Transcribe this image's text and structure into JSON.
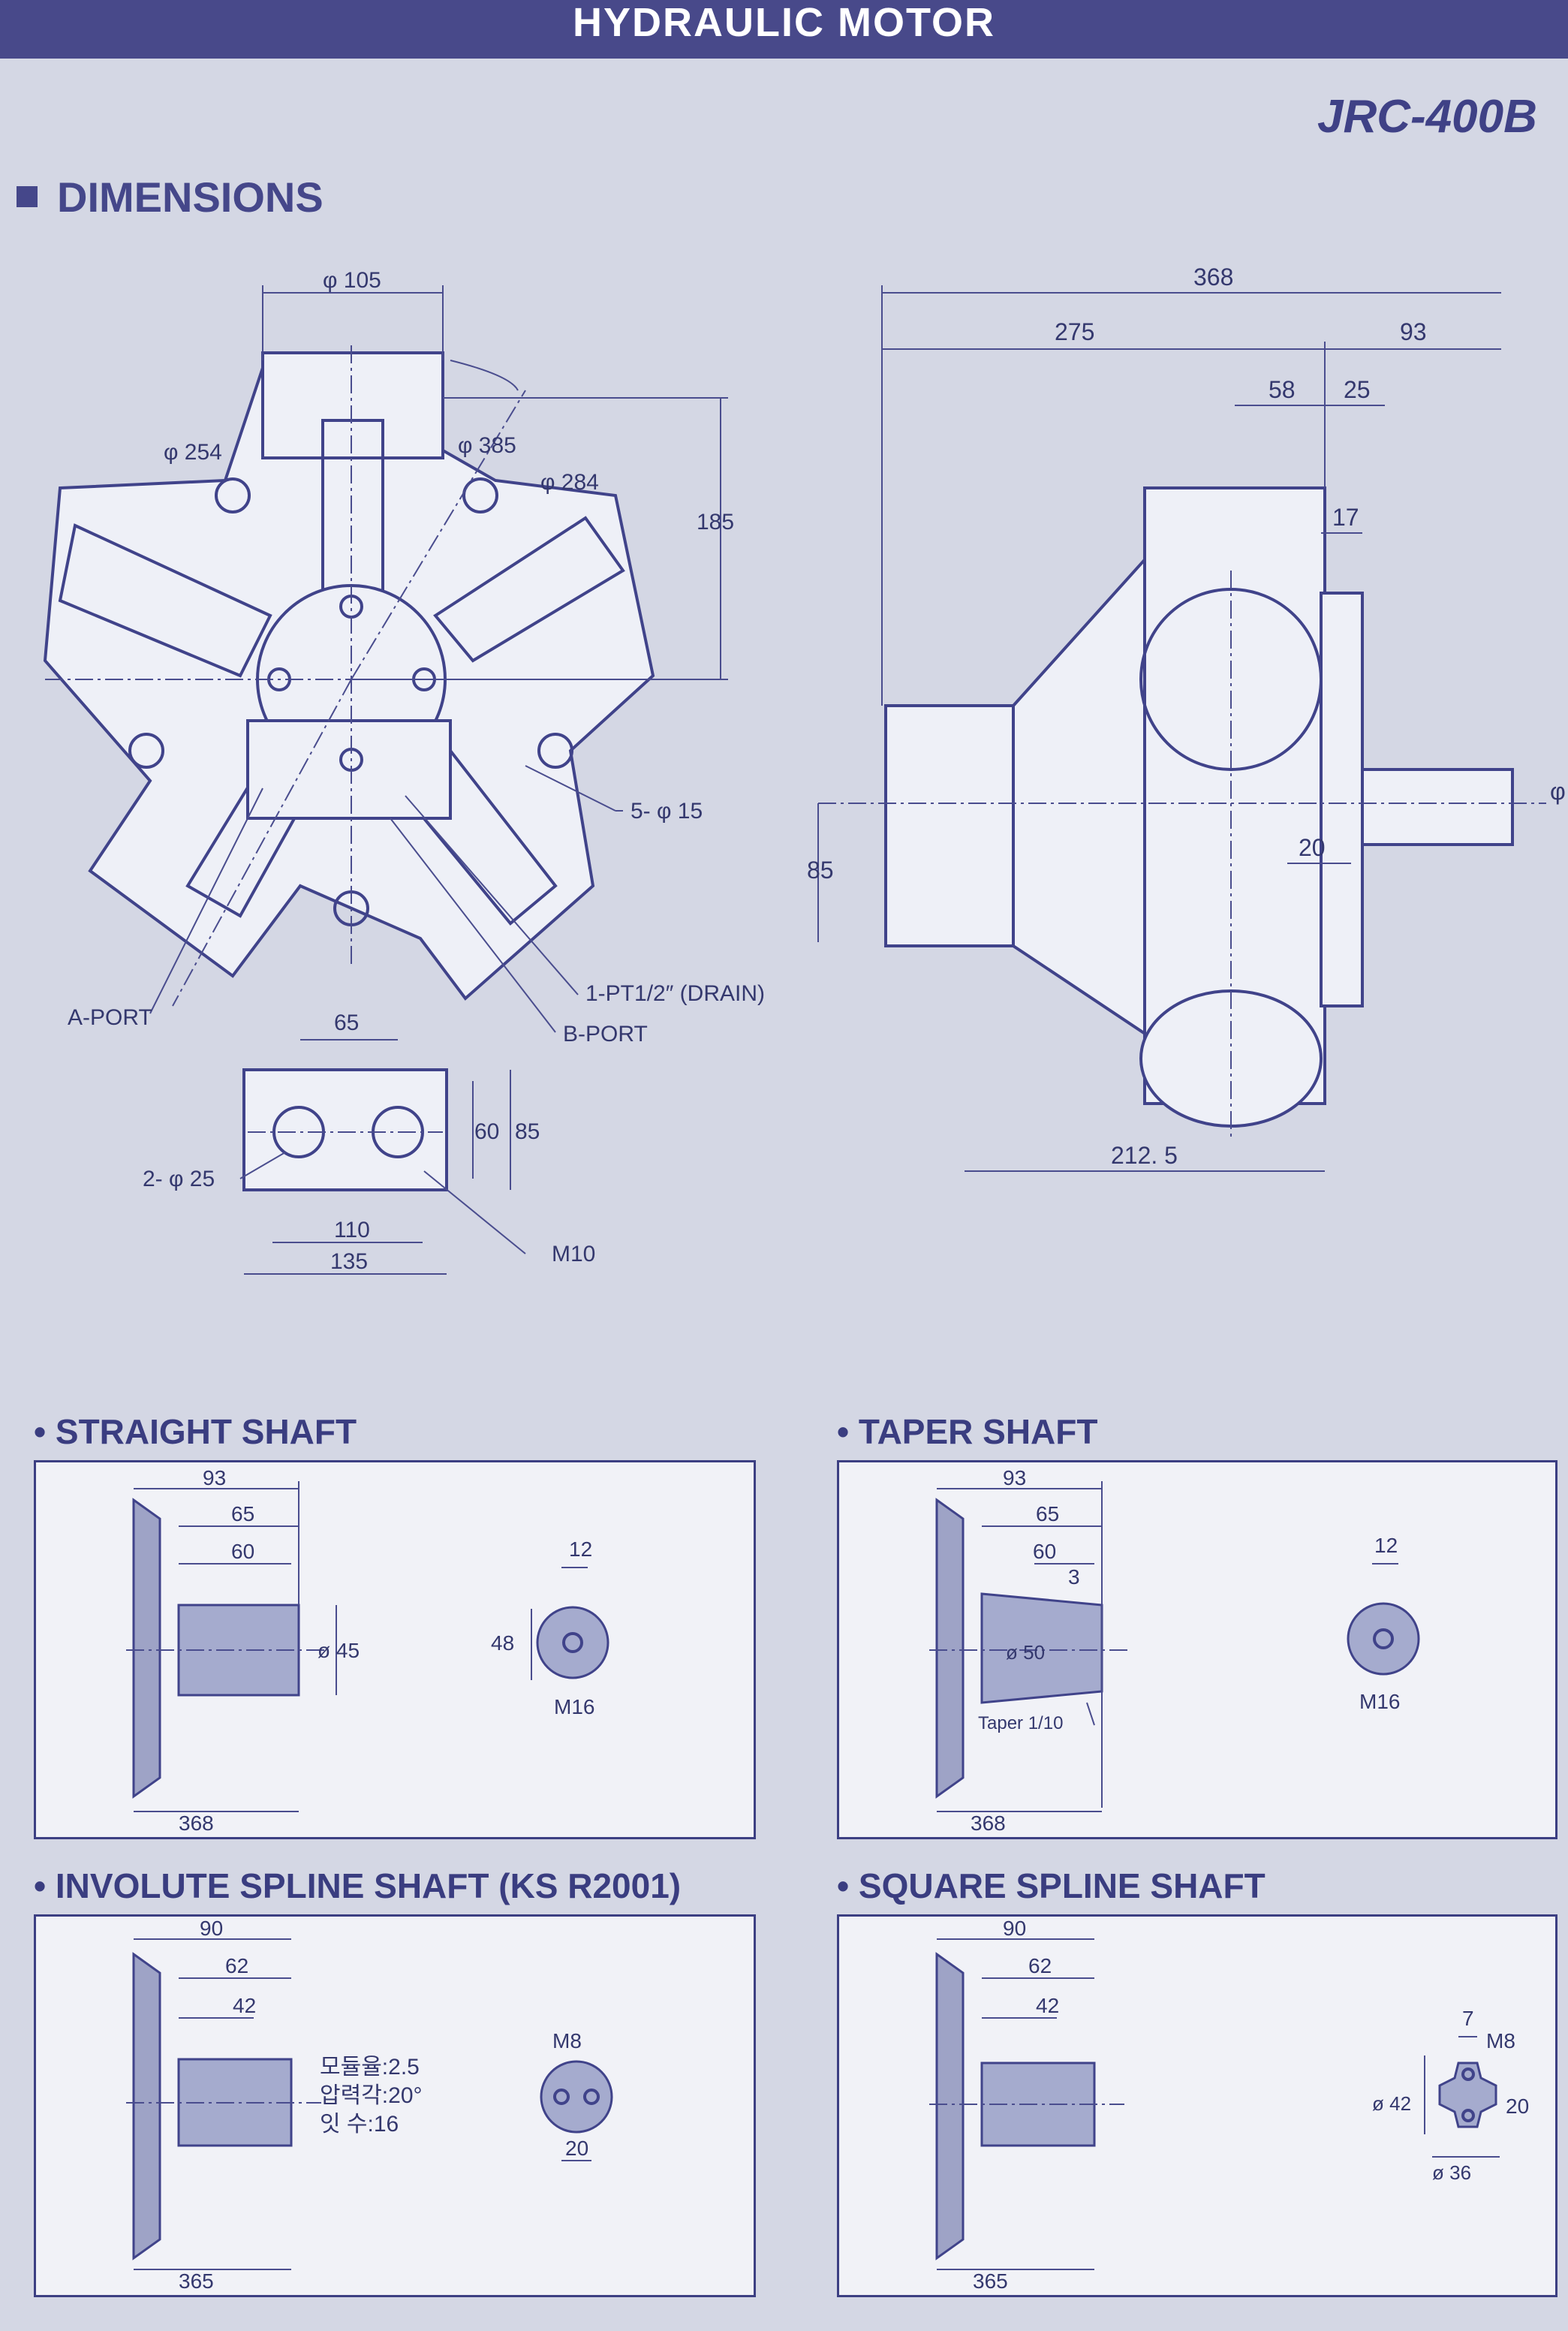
{
  "header": {
    "title": "HYDRAULIC  MOTOR",
    "model": "JRC-400B"
  },
  "section": {
    "title": "DIMENSIONS"
  },
  "front_view": {
    "dim_d105": "φ 105",
    "dim_d254": "φ 254",
    "dim_d385": "φ 385",
    "dim_d284": "φ 284",
    "dim_185": "185",
    "dim_holes": "5- φ 15",
    "a_port": "A-PORT",
    "drain": "1-PT1/2″ (DRAIN)",
    "b_port": "B-PORT"
  },
  "port_flange": {
    "dim_65": "65",
    "dim_60": "60",
    "dim_85": "85",
    "dim_holes": "2- φ 25",
    "dim_110": "110",
    "dim_135": "135",
    "thread": "M10"
  },
  "side_view": {
    "dim_368": "368",
    "dim_275": "275",
    "dim_93": "93",
    "dim_58": "58",
    "dim_25": "25",
    "dim_17": "17",
    "dim_20": "20",
    "dim_85": "85",
    "dim_212": "212. 5",
    "dim_phi": "φ"
  },
  "straight_shaft": {
    "title": "• STRAIGHT SHAFT",
    "d93": "93",
    "d65": "65",
    "d60": "60",
    "d45": "ø 45",
    "d368": "368",
    "d12": "12",
    "d48": "48",
    "m16": "M16"
  },
  "taper_shaft": {
    "title": "• TAPER SHAFT",
    "d93": "93",
    "d65": "65",
    "d60": "60",
    "d3": "3",
    "d50": "ø 50",
    "taper": "Taper 1/10",
    "d368": "368",
    "d12": "12",
    "m16": "M16"
  },
  "involute_shaft": {
    "title": "• INVOLUTE SPLINE SHAFT (KS R2001)",
    "d90": "90",
    "d62": "62",
    "d42": "42",
    "d365": "365",
    "module": "모듈율:2.5",
    "pressure": "압력각:20°",
    "teeth": "잇  수:16",
    "m8": "M8",
    "d20": "20"
  },
  "square_shaft": {
    "title": "• SQUARE SPLINE SHAFT",
    "d90": "90",
    "d62": "62",
    "d42": "42",
    "d365": "365",
    "d7": "7",
    "m8": "M8",
    "d42b": "ø 42",
    "d20": "20",
    "d36": "ø 36"
  }
}
